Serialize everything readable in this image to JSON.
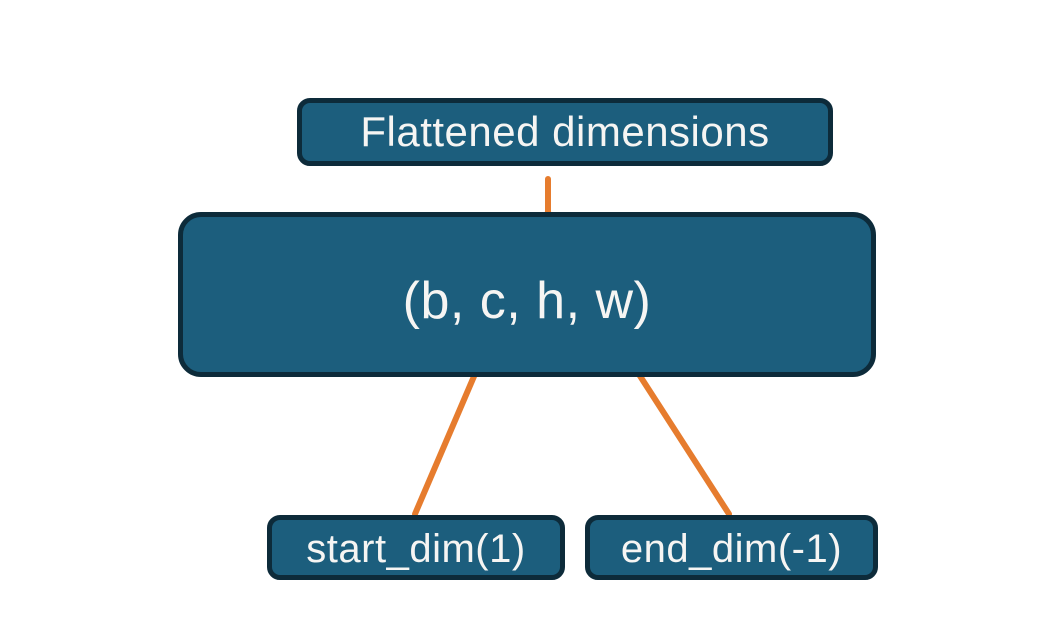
{
  "diagram": {
    "nodes": {
      "flattened": {
        "label": "Flattened dimensions"
      },
      "tensor": {
        "label": "(b, c, h, w)"
      },
      "start_dim": {
        "label": "start_dim(1)"
      },
      "end_dim": {
        "label": "end_dim(-1)"
      }
    }
  },
  "colors": {
    "box_fill": "#1C5E7D",
    "box_border": "#0D2B3A",
    "connector_orange": "#E67C2E",
    "label_text": "#F6F5F3",
    "background": "#FFFFFF"
  }
}
